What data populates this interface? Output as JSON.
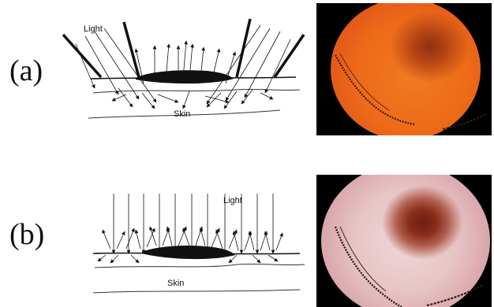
{
  "panels": [
    {
      "label": "(a)",
      "light_label": "Light",
      "skin_label": "Skin"
    },
    {
      "label": "(b)",
      "light_label": "Light",
      "skin_label": "Skin"
    }
  ],
  "colors": {
    "ink": "#111111",
    "lesion": "#111111"
  }
}
